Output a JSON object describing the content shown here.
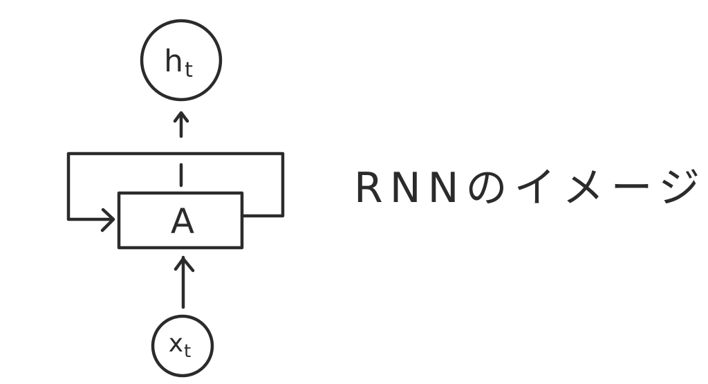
{
  "diagram": {
    "output_node": {
      "main": "h",
      "sub": "t"
    },
    "cell": {
      "label": "A"
    },
    "input_node": {
      "main": "x",
      "sub": "t"
    },
    "caption": "RNNのイメージ"
  },
  "colors": {
    "ink": "#2b2b2b",
    "background": "#ffffff"
  }
}
